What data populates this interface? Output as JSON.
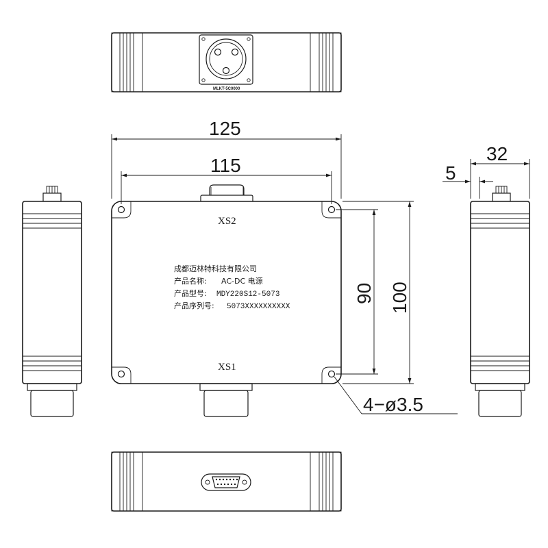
{
  "dimensions": {
    "overall_width": "125",
    "hole_spacing_width": "115",
    "hole_spacing_height": "90",
    "overall_height": "100",
    "depth": "32",
    "flange_offset": "5",
    "mounting_holes": "4−ø3.5"
  },
  "connectors": {
    "top": "XS2",
    "bottom": "XS1"
  },
  "nameplate": {
    "company": "成都迈林特科技有限公司",
    "product_name_label": "产品名称:",
    "product_name_value": "AC-DC 电源",
    "model_label": "产品型号:",
    "model_value": "MDY220S12-5073",
    "serial_label": "产品序列号:",
    "serial_value": "5073XXXXXXXXXX"
  },
  "connector_mark": "MLKT-5C0000"
}
